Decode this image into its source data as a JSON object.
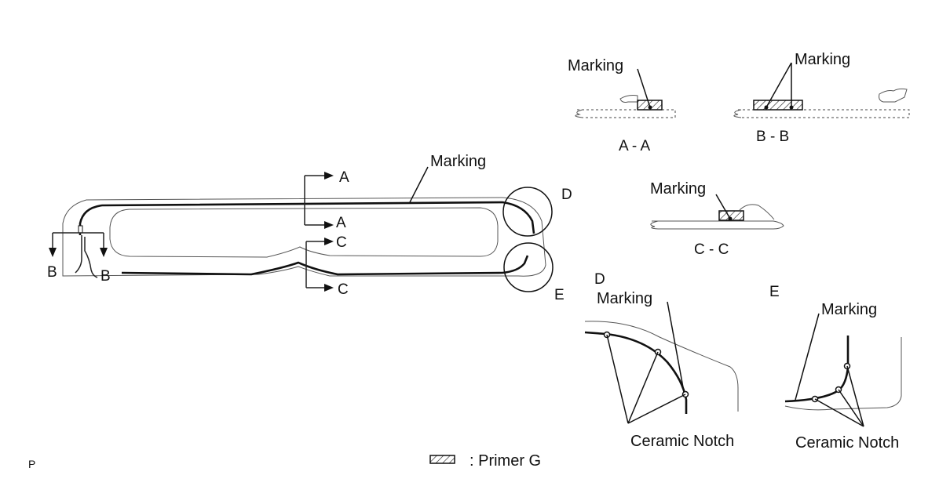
{
  "labels": {
    "marking": "Marking",
    "ceramic_notch": "Ceramic Notch",
    "section_A": "A",
    "section_B": "B",
    "section_C": "C",
    "detail_D": "D",
    "detail_E": "E",
    "section_AA": "A - A",
    "section_BB": "B - B",
    "section_CC": "C - C",
    "legend_primer": ": Primer G",
    "corner_code": "P"
  },
  "colors": {
    "line": "#111111",
    "outline": "#555555",
    "background": "#ffffff"
  }
}
